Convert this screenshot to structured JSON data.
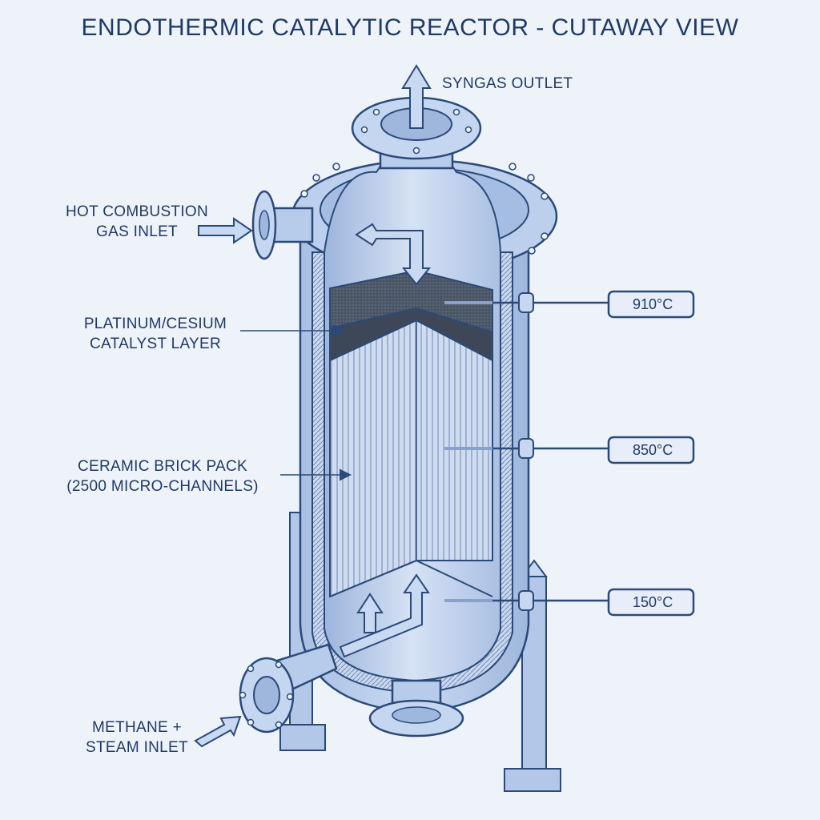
{
  "title": "ENDOTHERMIC CATALYTIC REACTOR  - CUTAWAY VIEW",
  "labels": {
    "syngas_outlet": "SYNGAS OUTLET",
    "hot_gas_inlet_line1": "HOT COMBUSTION",
    "hot_gas_inlet_line2": "GAS INLET",
    "catalyst_line1": "PLATINUM/CESIUM",
    "catalyst_line2": "CATALYST LAYER",
    "brick_line1": "CERAMIC BRICK PACK",
    "brick_line2": "(2500 MICRO-CHANNELS)",
    "methane_line1": "METHANE +",
    "methane_line2": "STEAM INLET"
  },
  "sensors": [
    {
      "reading": "910°C"
    },
    {
      "reading": "850°C"
    },
    {
      "reading": "150°C"
    }
  ],
  "colors": {
    "background": "#eef3fa",
    "vessel": "#b9cdeb",
    "outline": "#2a4a7a",
    "catalyst": "#4a5566",
    "bricks": "#c7d6ec"
  }
}
